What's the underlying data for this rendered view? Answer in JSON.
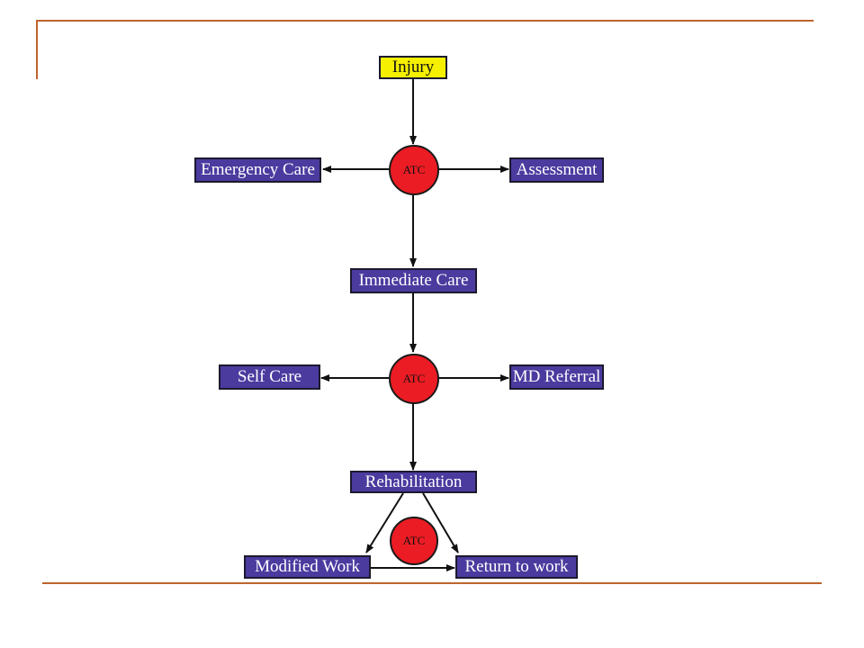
{
  "colors": {
    "rule": "#c0642d",
    "process_box": "#4b3b9f",
    "start_box": "#f5f000",
    "decision_circle": "#ec1c24",
    "arrow": "#111111"
  },
  "diagram": {
    "start_node": {
      "label": "Injury"
    },
    "decision_label": "ATC",
    "nodes": {
      "emergency_care": "Emergency Care",
      "assessment": "Assessment",
      "immediate_care": "Immediate Care",
      "self_care": "Self Care",
      "md_referral": "MD Referral",
      "rehabilitation": "Rehabilitation",
      "modified_work": "Modified Work",
      "return_to_work": "Return to work"
    }
  }
}
